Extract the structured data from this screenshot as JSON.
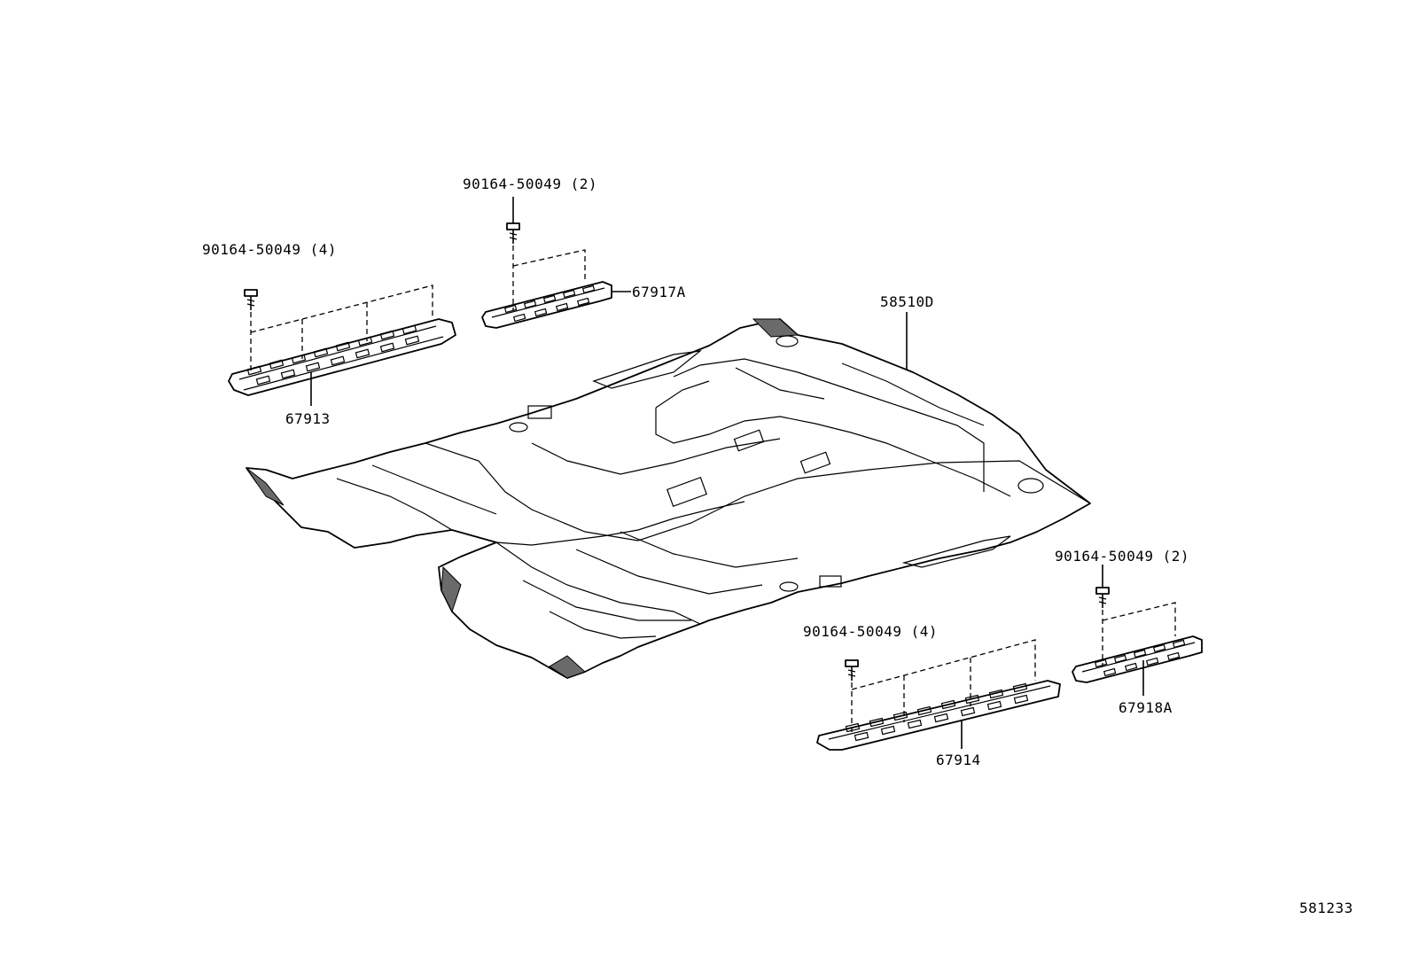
{
  "diagram": {
    "labels": {
      "bolt_left": "90164-50049 (4)",
      "bolt_top": "90164-50049 (2)",
      "part_67913": "67913",
      "part_67917A": "67917A",
      "part_58510D": "58510D",
      "bolt_right_upper": "90164-50049 (2)",
      "bolt_right_lower": "90164-50049 (4)",
      "part_67914": "67914",
      "part_67918A": "67918A",
      "figure_number": "581233"
    }
  }
}
